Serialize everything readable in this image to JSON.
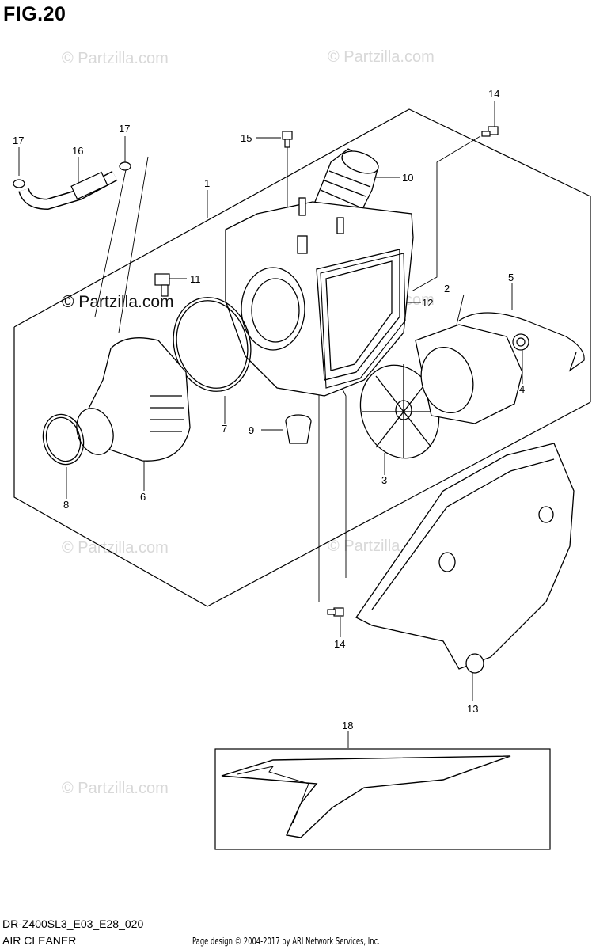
{
  "figure": {
    "title": "FIG.20"
  },
  "watermark": {
    "text": "© Partzilla.com"
  },
  "callouts": [
    {
      "id": "c1",
      "label": "1"
    },
    {
      "id": "c2",
      "label": "2"
    },
    {
      "id": "c3",
      "label": "3"
    },
    {
      "id": "c4",
      "label": "4"
    },
    {
      "id": "c5",
      "label": "5"
    },
    {
      "id": "c6",
      "label": "6"
    },
    {
      "id": "c7",
      "label": "7"
    },
    {
      "id": "c8",
      "label": "8"
    },
    {
      "id": "c9",
      "label": "9"
    },
    {
      "id": "c10",
      "label": "10"
    },
    {
      "id": "c11",
      "label": "11"
    },
    {
      "id": "c12",
      "label": "12"
    },
    {
      "id": "c13",
      "label": "13"
    },
    {
      "id": "c14a",
      "label": "14"
    },
    {
      "id": "c14b",
      "label": "14"
    },
    {
      "id": "c15",
      "label": "15"
    },
    {
      "id": "c16",
      "label": "16"
    },
    {
      "id": "c17a",
      "label": "17"
    },
    {
      "id": "c17b",
      "label": "17"
    },
    {
      "id": "c18",
      "label": "18"
    }
  ],
  "footer": {
    "model_code": "DR-Z400SL3_E03_E28_020",
    "section_name": "AIR CLEANER",
    "copyright": "Page design © 2004-2017 by ARI Network Services, Inc."
  }
}
